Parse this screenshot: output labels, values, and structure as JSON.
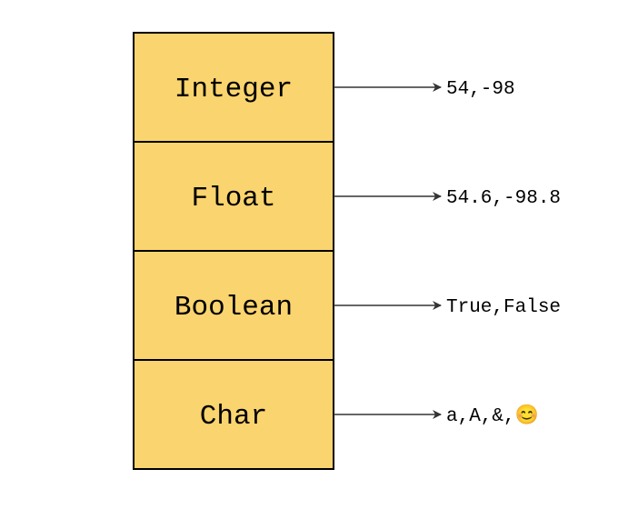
{
  "diagram": {
    "colors": {
      "box_fill": "#fad46e",
      "box_stroke": "#000000",
      "arrow": "#333333",
      "text": "#000000",
      "background": "#ffffff"
    },
    "rows": [
      {
        "type": "Integer",
        "examples": "54,-98"
      },
      {
        "type": "Float",
        "examples": "54.6,-98.8"
      },
      {
        "type": "Boolean",
        "examples": "True,False"
      },
      {
        "type": "Char",
        "examples": "a,A,&,😊"
      }
    ]
  }
}
